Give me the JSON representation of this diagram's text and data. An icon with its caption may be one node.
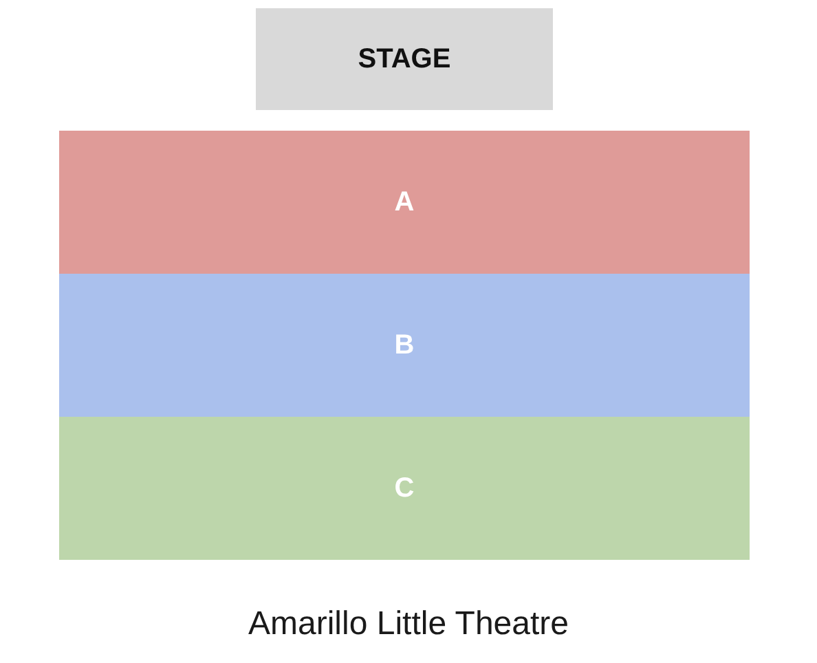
{
  "diagram": {
    "caption": "Amarillo Little Theatre",
    "nodes": [
      {
        "text": [
          "STAGE"
        ]
      },
      {
        "text": [
          "A"
        ]
      },
      {
        "text": [
          "B"
        ]
      },
      {
        "text": [
          "C"
        ]
      }
    ]
  }
}
